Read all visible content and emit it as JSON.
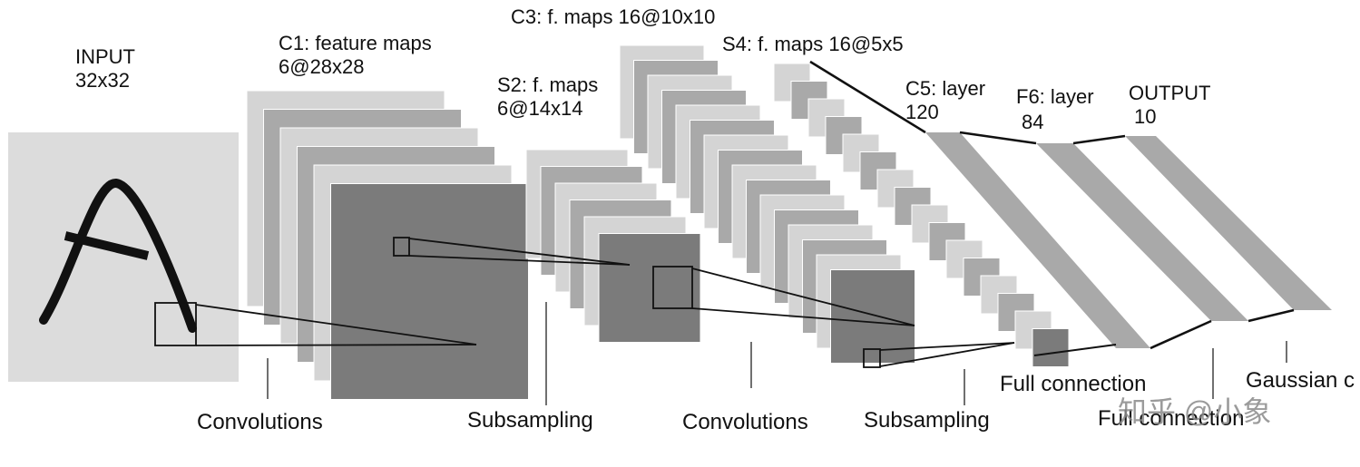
{
  "layers": {
    "input": {
      "title": "INPUT",
      "size": "32x32"
    },
    "c1": {
      "title": "C1: feature maps",
      "size": "6@28x28"
    },
    "s2": {
      "title": "S2: f. maps",
      "size": "6@14x14"
    },
    "c3": {
      "title": "C3: f. maps 16@10x10"
    },
    "s4": {
      "title": "S4: f. maps 16@5x5"
    },
    "c5": {
      "title": "C5: layer",
      "size": "120"
    },
    "f6": {
      "title": "F6: layer",
      "size": "84"
    },
    "output": {
      "title": "OUTPUT",
      "size": "10"
    }
  },
  "operations": {
    "conv1": "Convolutions",
    "sub1": "Subsampling",
    "conv2": "Convolutions",
    "sub2": "Subsampling",
    "full1": "Full connection",
    "full2": "Full connection",
    "gauss": "Gaussian c"
  },
  "watermark": "知乎 @小象",
  "colors": {
    "map_light": "#d4d4d4",
    "map_mid": "#a9a9a9",
    "map_dark": "#7b7b7b",
    "outline": "#111111"
  }
}
